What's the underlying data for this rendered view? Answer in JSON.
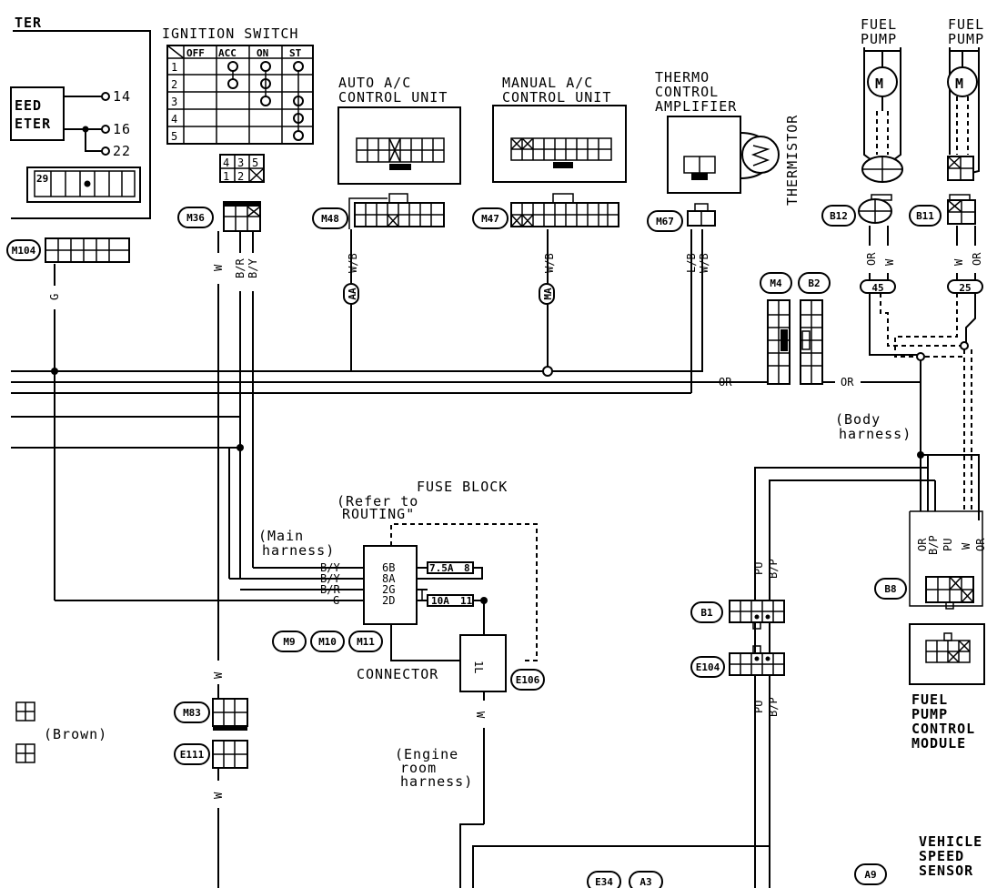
{
  "diagram": {
    "labels": {
      "meter_title": "TER",
      "meter_line1": "EED",
      "meter_line2": "ETER",
      "meter_term_14": "14",
      "meter_term_16": "16",
      "meter_term_22": "22",
      "meter_conn_pin": "29",
      "ign_title": "IGNITION SWITCH",
      "auto_ac_l1": "AUTO A/C",
      "auto_ac_l2": "CONTROL UNIT",
      "manual_ac_l1": "MANUAL A/C",
      "manual_ac_l2": "CONTROL UNIT",
      "thermo_l1": "THERMO",
      "thermo_l2": "CONTROL",
      "thermo_l3": "AMPLIFIER",
      "thermistor": "THERMISTOR",
      "fuel_pump1_l1": "FUEL",
      "fuel_pump1_l2": "PUMP",
      "fuel_pump2_l1": "FUEL",
      "fuel_pump2_l2": "PUMP",
      "fuse_block": "FUSE BLOCK",
      "refer_l1": "(Refer to",
      "refer_l2": "ROUTING\"",
      "main_harness_l1": "(Main",
      "main_harness_l2": "harness)",
      "body_harness_l1": "(Body",
      "body_harness_l2": "harness)",
      "engine_harness_l1": "(Engine",
      "engine_harness_l2": "room",
      "engine_harness_l3": "harness)",
      "connector": "CONNECTOR",
      "brown": "(Brown)",
      "fpcm_l1": "FUEL",
      "fpcm_l2": "PUMP",
      "fpcm_l3": "CONTROL",
      "fpcm_l4": "MODULE",
      "vss_l1": "VEHICLE",
      "vss_l2": "SPEED",
      "vss_l3": "SENSOR"
    },
    "ignition_table": {
      "headers": [
        "OFF",
        "ACC",
        "ON",
        "ST"
      ],
      "rows": [
        "1",
        "2",
        "3",
        "4",
        "5"
      ]
    },
    "connector_ids": {
      "m104": "M104",
      "m36": "M36",
      "m48": "M48",
      "m47": "M47",
      "m67": "M67",
      "m4": "M4",
      "b2": "B2",
      "b12": "B12",
      "b11": "B11",
      "b8": "B8",
      "b1": "B1",
      "e104": "E104",
      "m9": "M9",
      "m10": "M10",
      "m11": "M11",
      "e106": "E106",
      "m83": "M83",
      "e111": "E111",
      "a9": "A9",
      "e34": "E34",
      "a3": "A3",
      "aa": "AA",
      "ma": "MA",
      "n45": "45",
      "n25": "25"
    },
    "m36_pins": {
      "top": [
        "4",
        "3",
        "5"
      ],
      "bottom": [
        "1",
        "2"
      ]
    },
    "fuse_pins": [
      "6B",
      "8A",
      "2G",
      "2D"
    ],
    "fuse_ratings": [
      "7.5A",
      "10A"
    ],
    "fuse_numbers": [
      "8",
      "11"
    ],
    "connector_pin": "1L",
    "wire_colors": {
      "w": "W",
      "br": "B/R",
      "by": "B/Y",
      "g": "G",
      "wb": "W/B",
      "lb": "L/B",
      "or": "OR",
      "pu": "PU",
      "bp": "B/P"
    }
  }
}
